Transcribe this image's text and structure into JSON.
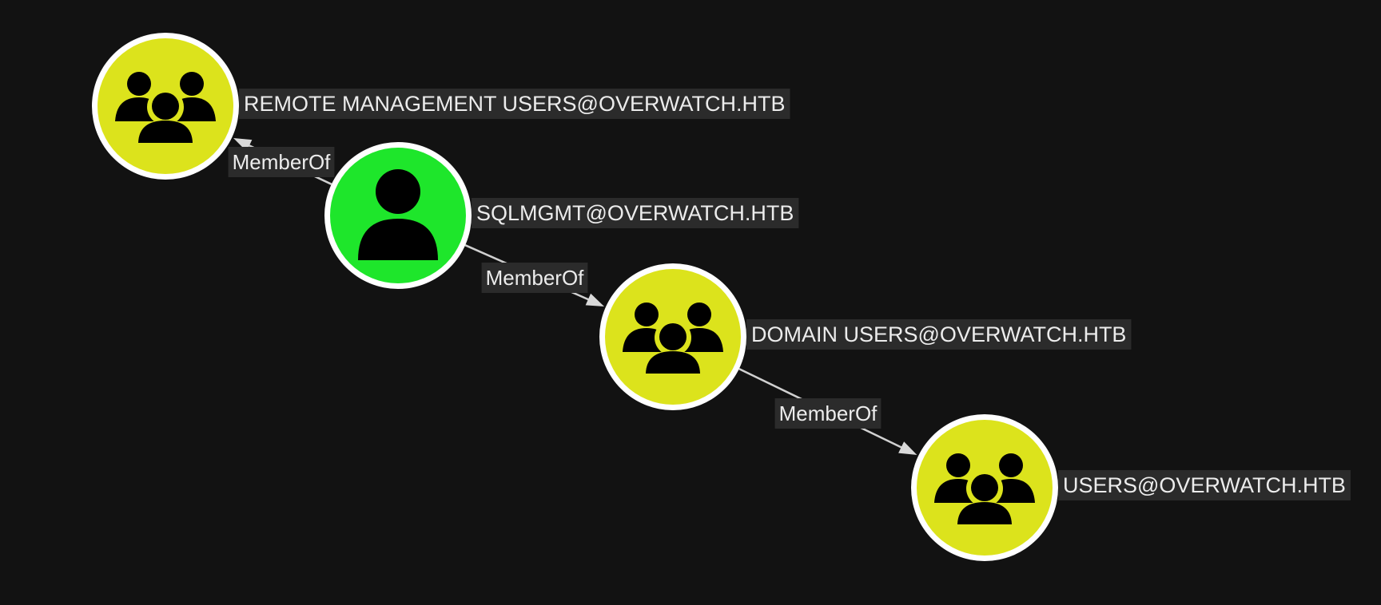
{
  "colors": {
    "background": "#121212",
    "group_node": "#dce31c",
    "user_node": "#1ee62b",
    "node_ring": "#ffffff",
    "edge": "#d0d0d0",
    "label_bg": "#2b2b2b",
    "label_text": "#ececec"
  },
  "nodes": [
    {
      "id": "remote-mgmt",
      "kind": "group",
      "icon": "group-icon",
      "label": "REMOTE MANAGEMENT USERS@OVERWATCH.HTB"
    },
    {
      "id": "sqlmgmt",
      "kind": "user",
      "icon": "user-icon",
      "label": "SQLMGMT@OVERWATCH.HTB"
    },
    {
      "id": "domain-users",
      "kind": "group",
      "icon": "group-icon",
      "label": "DOMAIN USERS@OVERWATCH.HTB"
    },
    {
      "id": "users",
      "kind": "group",
      "icon": "group-icon",
      "label": "USERS@OVERWATCH.HTB"
    }
  ],
  "edges": [
    {
      "from": "sqlmgmt",
      "to": "remote-mgmt",
      "label": "MemberOf"
    },
    {
      "from": "sqlmgmt",
      "to": "domain-users",
      "label": "MemberOf"
    },
    {
      "from": "domain-users",
      "to": "users",
      "label": "MemberOf"
    }
  ]
}
